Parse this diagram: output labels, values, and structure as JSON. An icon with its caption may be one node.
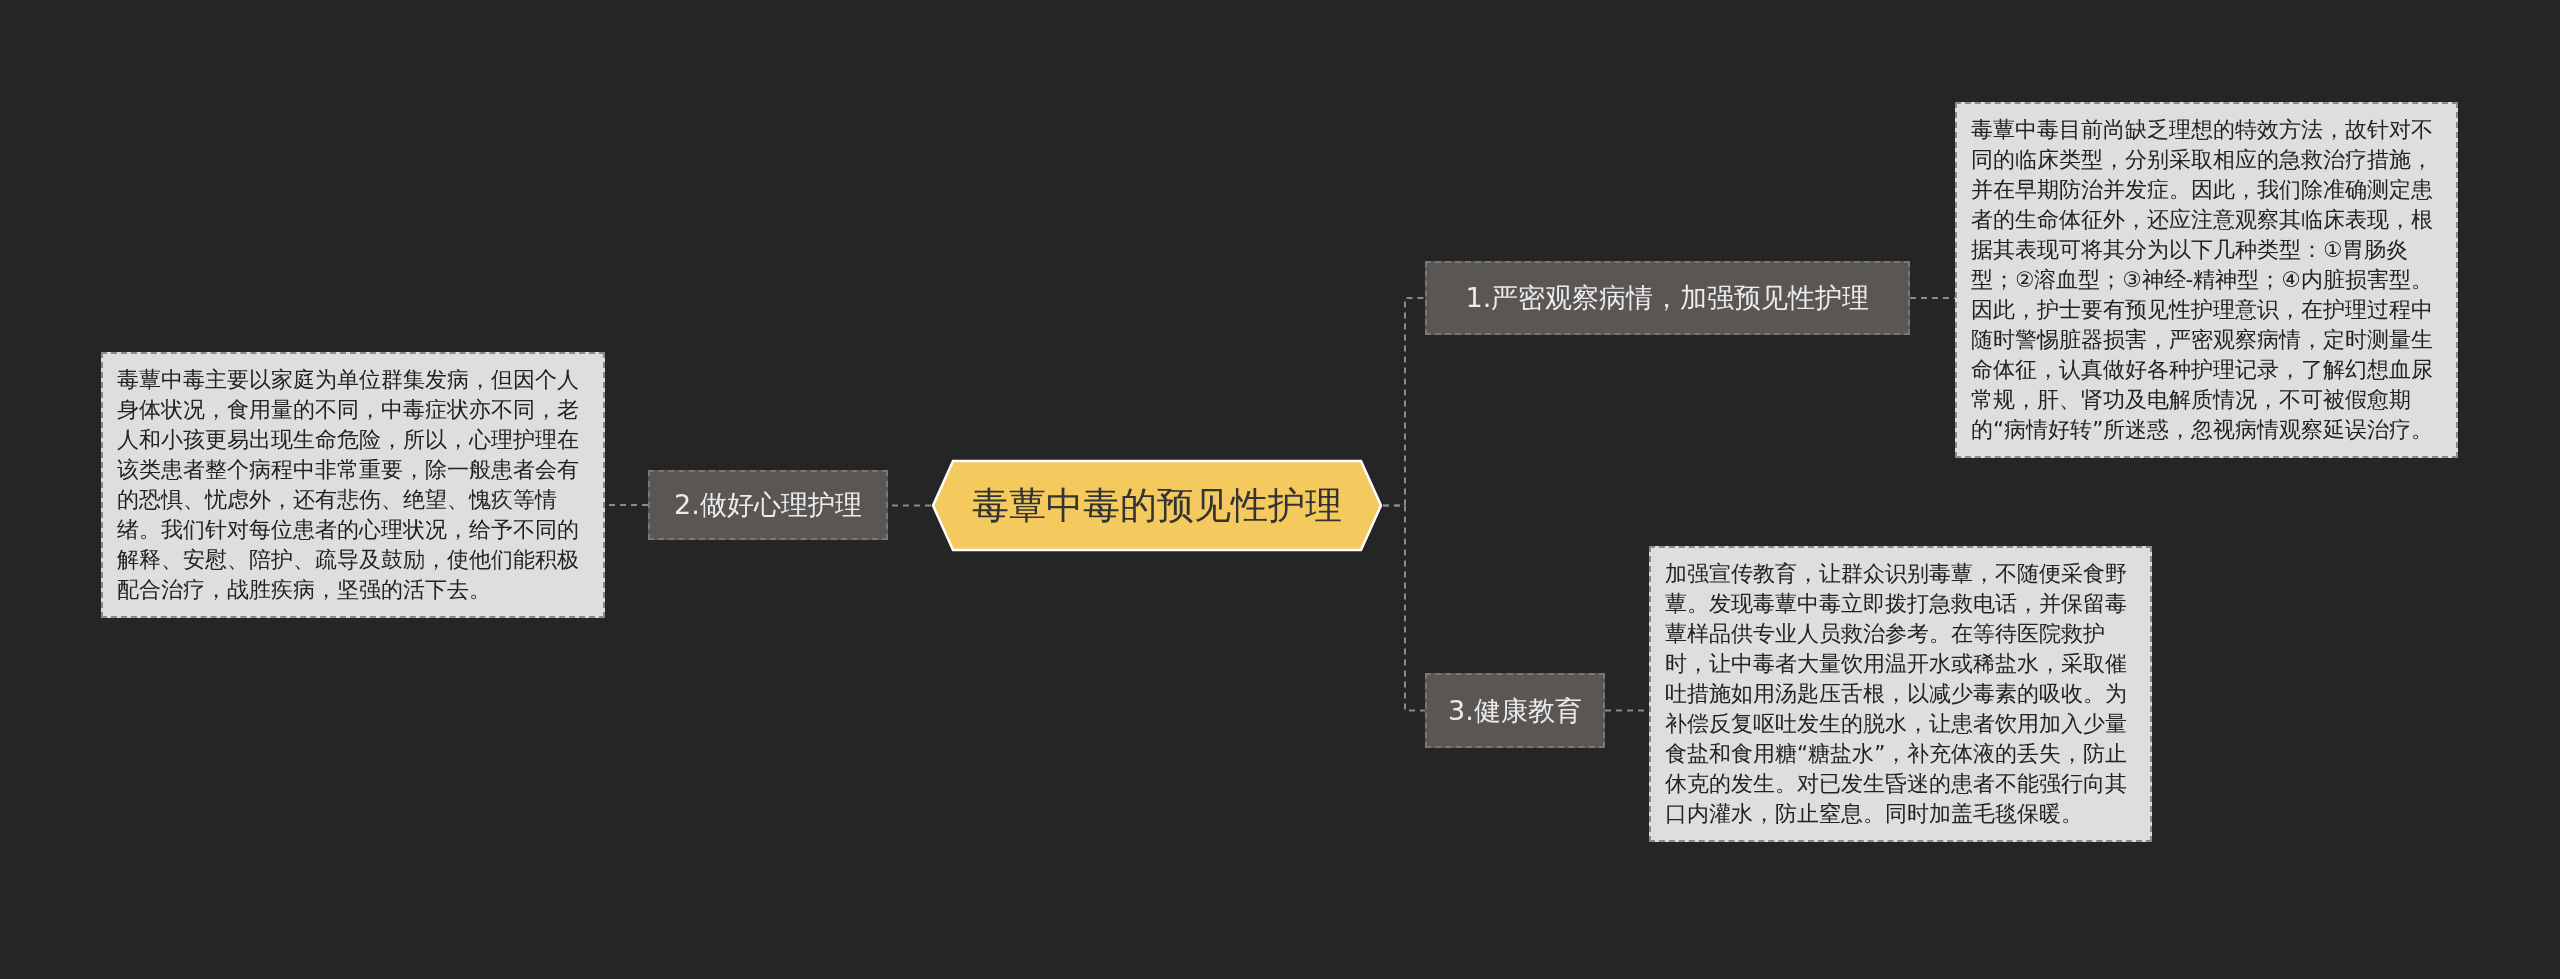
{
  "diagram": {
    "nodes": [
      {
        "text": [
          "毒蕈中毒的预见性护理"
        ]
      },
      {
        "text": [
          "1.严密观察病情，加强预见性护理"
        ]
      },
      {
        "text": [
          "毒蕈中毒目前尚缺乏理想的特效方法，故针对不同的临床类型，分别采取相应的急救治疗措施，并在早期防治并发症。因此，我们除准确测定患者的生命体征外，还应注意观察其临床表现，根据其表现可将其分为以下几种类型：①胃肠炎型；②溶血型；③神经-精神型；④内脏损害型。因此，护士要有预见性护理意识，在护理过程中随时警惕脏器损害，严密观察病情，定时测量生命体征，认真做好各种护理记录，了解幻想血尿常规，肝、肾功及电解质情况，不可被假愈期的“病情好转”所迷惑，忽视病情观察延误治疗。"
        ]
      },
      {
        "text": [
          "2.做好心理护理"
        ]
      },
      {
        "text": [
          "毒蕈中毒主要以家庭为单位群集发病，但因个人身体状况，食用量的不同，中毒症状亦不同，老人和小孩更易出现生命危险，所以，心理护理在该类患者整个病程中非常重要，除一般患者会有的恐惧、忧虑外，还有悲伤、绝望、愧疚等情绪。我们针对每位患者的心理状况，给予不同的解释、安慰、陪护、疏导及鼓励，使他们能积极配合治疗，战胜疾病，坚强的活下去。"
        ]
      },
      {
        "text": [
          "3.健康教育"
        ]
      },
      {
        "text": [
          "加强宣传教育，让群众识别毒蕈，不随便采食野蕈。发现毒蕈中毒立即拨打急救电话，并保留毒蕈样品供专业人员救治参考。在等待医院救护时，让中毒者大量饮用温开水或稀盐水，采取催吐措施如用汤匙压舌根，以减少毒素的吸收。为补偿反复呕吐发生的脱水，让患者饮用加入少量食盐和食用糖“糖盐水”，补充体液的丢失，防止休克的发生。对已发生昏迷的患者不能强行向其口内灌水，防止窒息。同时加盖毛毯保暖。"
        ]
      }
    ],
    "edges": [
      {
        "from": 0,
        "to": 1,
        "arrow": "none"
      },
      {
        "from": 1,
        "to": 2,
        "arrow": "none"
      },
      {
        "from": 0,
        "to": 3,
        "arrow": "none"
      },
      {
        "from": 3,
        "to": 4,
        "arrow": "none"
      },
      {
        "from": 0,
        "to": 5,
        "arrow": "none"
      },
      {
        "from": 5,
        "to": 6,
        "arrow": "none"
      }
    ]
  }
}
